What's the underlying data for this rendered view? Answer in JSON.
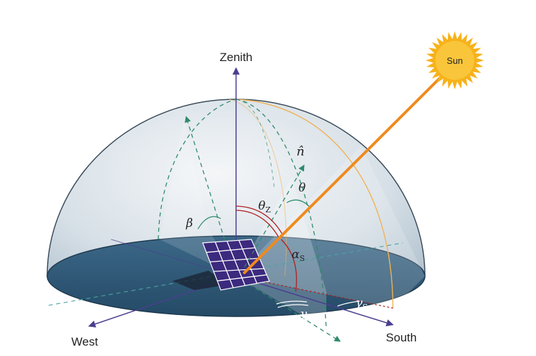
{
  "labels": {
    "zenith": "Zenith",
    "west": "West",
    "south": "South",
    "sun": "Sun",
    "normal": "n̂",
    "theta": "θ",
    "theta_z": "θ",
    "theta_z_sub": "Z",
    "alpha_s": "α",
    "alpha_s_sub": "S",
    "beta": "β",
    "gamma": "γ",
    "gamma_s": "γ",
    "gamma_s_sub": "S"
  },
  "colors": {
    "dome_fill": "#d3dde5",
    "ground_fill": "#2f5a78",
    "axis": "#4b3f8f",
    "sun_ray": "#f08a1e",
    "sun_fill": "#f7b21a",
    "sun_path": "#f0b256",
    "dashed_green": "#2e8a6a",
    "angle_red": "#b01e1e",
    "panel": "#3c2a7e"
  },
  "icons": {
    "sun": "sun-icon",
    "panel": "solar-panel-icon"
  }
}
